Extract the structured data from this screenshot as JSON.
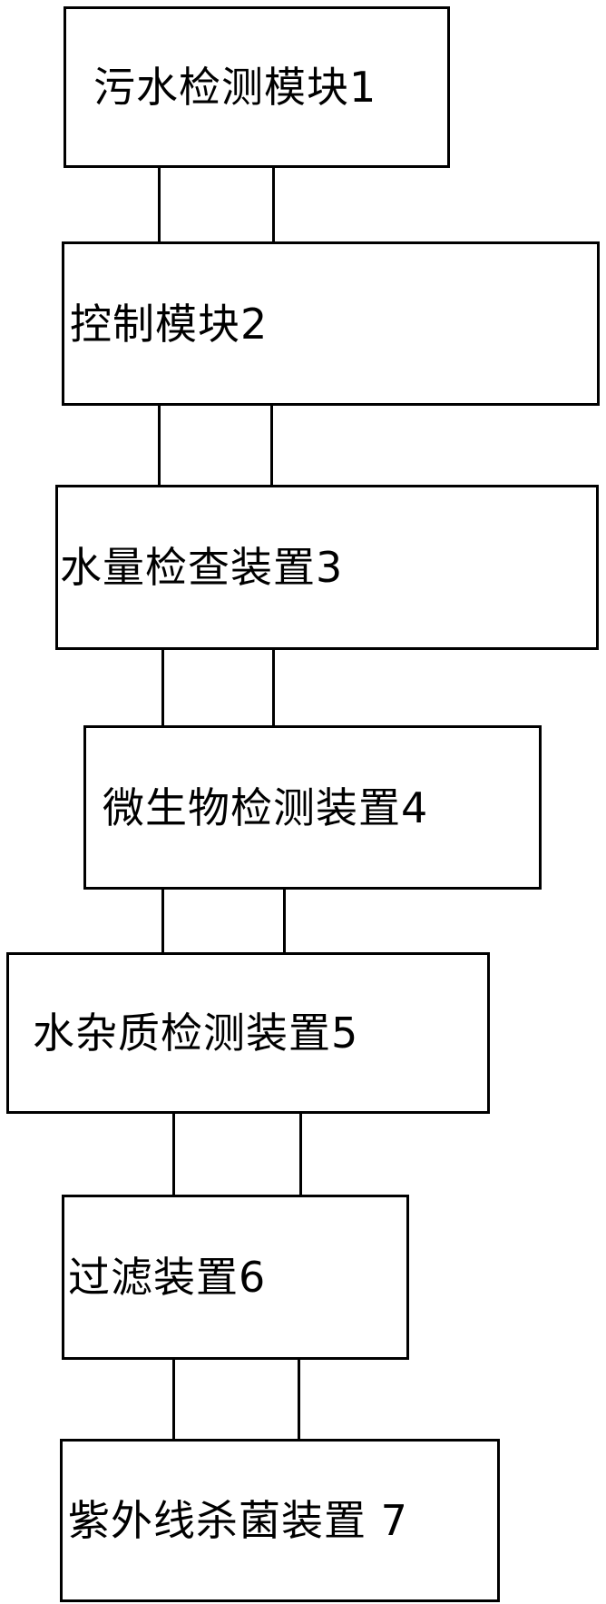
{
  "diagram": {
    "type": "vertical-flow",
    "line_color": "#000000",
    "background_color": "#ffffff",
    "nodes": [
      {
        "id": "1",
        "label": "污水检测模块1"
      },
      {
        "id": "2",
        "label": "控制模块2"
      },
      {
        "id": "3",
        "label": "水量检查装置3"
      },
      {
        "id": "4",
        "label": "微生物检测装置4"
      },
      {
        "id": "5",
        "label": "水杂质检测装置5"
      },
      {
        "id": "6",
        "label": "过滤装置6"
      },
      {
        "id": "7",
        "label": "紫外线杀菌装置 7"
      }
    ],
    "edges": [
      {
        "from": "1",
        "to": "2"
      },
      {
        "from": "2",
        "to": "3"
      },
      {
        "from": "3",
        "to": "4"
      },
      {
        "from": "4",
        "to": "5"
      },
      {
        "from": "5",
        "to": "6"
      },
      {
        "from": "6",
        "to": "7"
      }
    ]
  }
}
